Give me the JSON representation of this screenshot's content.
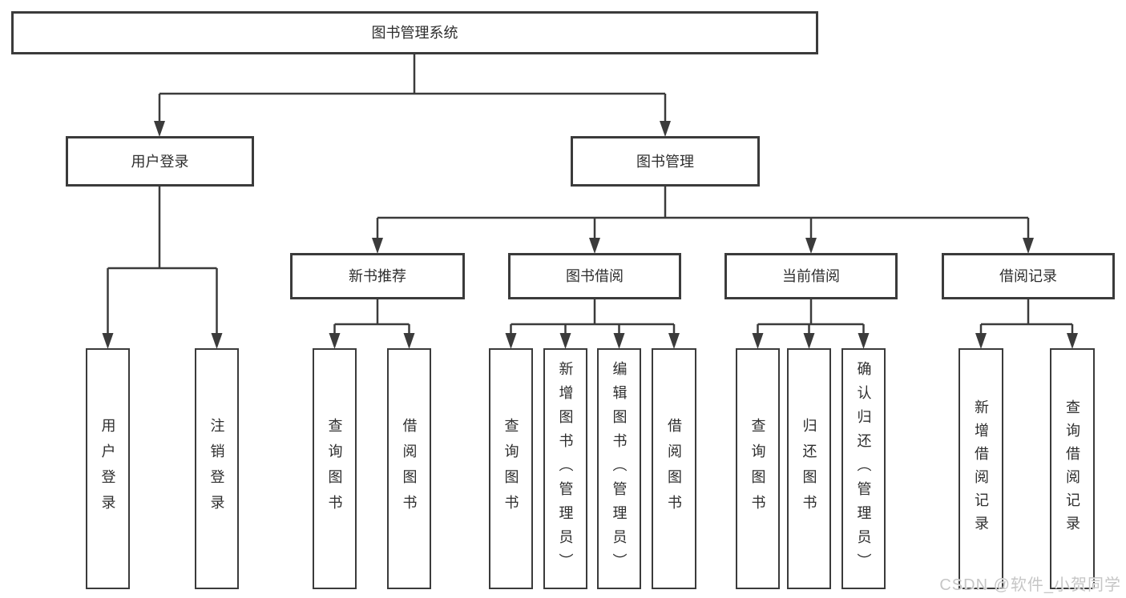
{
  "diagram": {
    "root": {
      "label": "图书管理系统"
    },
    "branches": [
      {
        "label": "用户登录",
        "leaves": [
          {
            "label": "用户登录"
          },
          {
            "label": "注销登录"
          }
        ]
      },
      {
        "label": "图书管理",
        "groups": [
          {
            "label": "新书推荐",
            "leaves": [
              {
                "label": "查询图书"
              },
              {
                "label": "借阅图书"
              }
            ]
          },
          {
            "label": "图书借阅",
            "leaves": [
              {
                "label": "查询图书"
              },
              {
                "label": "新增图书（管理员）"
              },
              {
                "label": "编辑图书（管理员）"
              },
              {
                "label": "借阅图书"
              }
            ]
          },
          {
            "label": "当前借阅",
            "leaves": [
              {
                "label": "查询图书"
              },
              {
                "label": "归还图书"
              },
              {
                "label": "确认归还（管理员）"
              }
            ]
          },
          {
            "label": "借阅记录",
            "leaves": [
              {
                "label": "新增借阅记录"
              },
              {
                "label": "查询借阅记录"
              }
            ]
          }
        ]
      }
    ]
  },
  "colors": {
    "line": "#3b3b3b",
    "text": "#2e2e2e",
    "background": "#ffffff",
    "watermark": "#c6c6c6"
  },
  "watermark": {
    "text": "CSDN @软件_小贺同学"
  }
}
